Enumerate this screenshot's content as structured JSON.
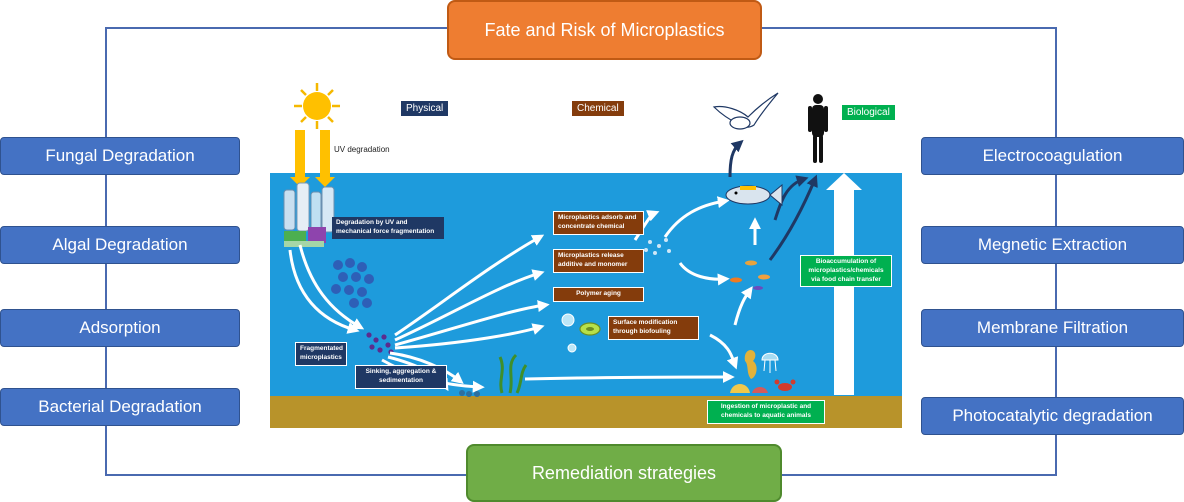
{
  "title": "Fate and Risk of Microplastics",
  "bottom_label": "Remediation strategies",
  "left_strategies": [
    "Fungal Degradation",
    "Algal Degradation",
    "Adsorption",
    "Bacterial Degradation"
  ],
  "right_strategies": [
    "Electrocoagulation",
    "Megnetic Extraction",
    "Membrane Filtration",
    "Photocatalytic degradation"
  ],
  "scene": {
    "categories": {
      "physical": "Physical",
      "chemical": "Chemical",
      "biological": "Biological"
    },
    "uv_label": "UV degradation",
    "degradation_label": "Degradation by UV and mechanical force fragmentation",
    "fragmented_label": "Fragmentated microplastics",
    "sinking_label": "Sinking, aggregation & sedimentation",
    "adsorb_label": "Microplastics adsorb and concentrate chemical",
    "release_label": "Microplastics release additive and monomer",
    "aging_label": "Polymer aging",
    "biofouling_label": "Surface modification through biofouling",
    "bioaccumulation_label": "Bioaccumulation of microplastics/chemicals via food chain transfer",
    "ingestion_label": "Ingestion of microplastic and chemicals to aquatic animals"
  },
  "colors": {
    "title": "#ee7d31",
    "remediation": "#70ad47",
    "strategy": "#4472c4",
    "water": "#1e9bdc",
    "sediment": "#b8932a",
    "frame": "#4a6ab0"
  },
  "icons": [
    "sun-icon",
    "plastic-bottles-icon",
    "seagull-icon",
    "human-icon",
    "fish-icon",
    "bacteria-icon",
    "seaweed-icon",
    "seahorse-icon",
    "jellyfish-icon",
    "crab-icon",
    "shell-icon"
  ]
}
